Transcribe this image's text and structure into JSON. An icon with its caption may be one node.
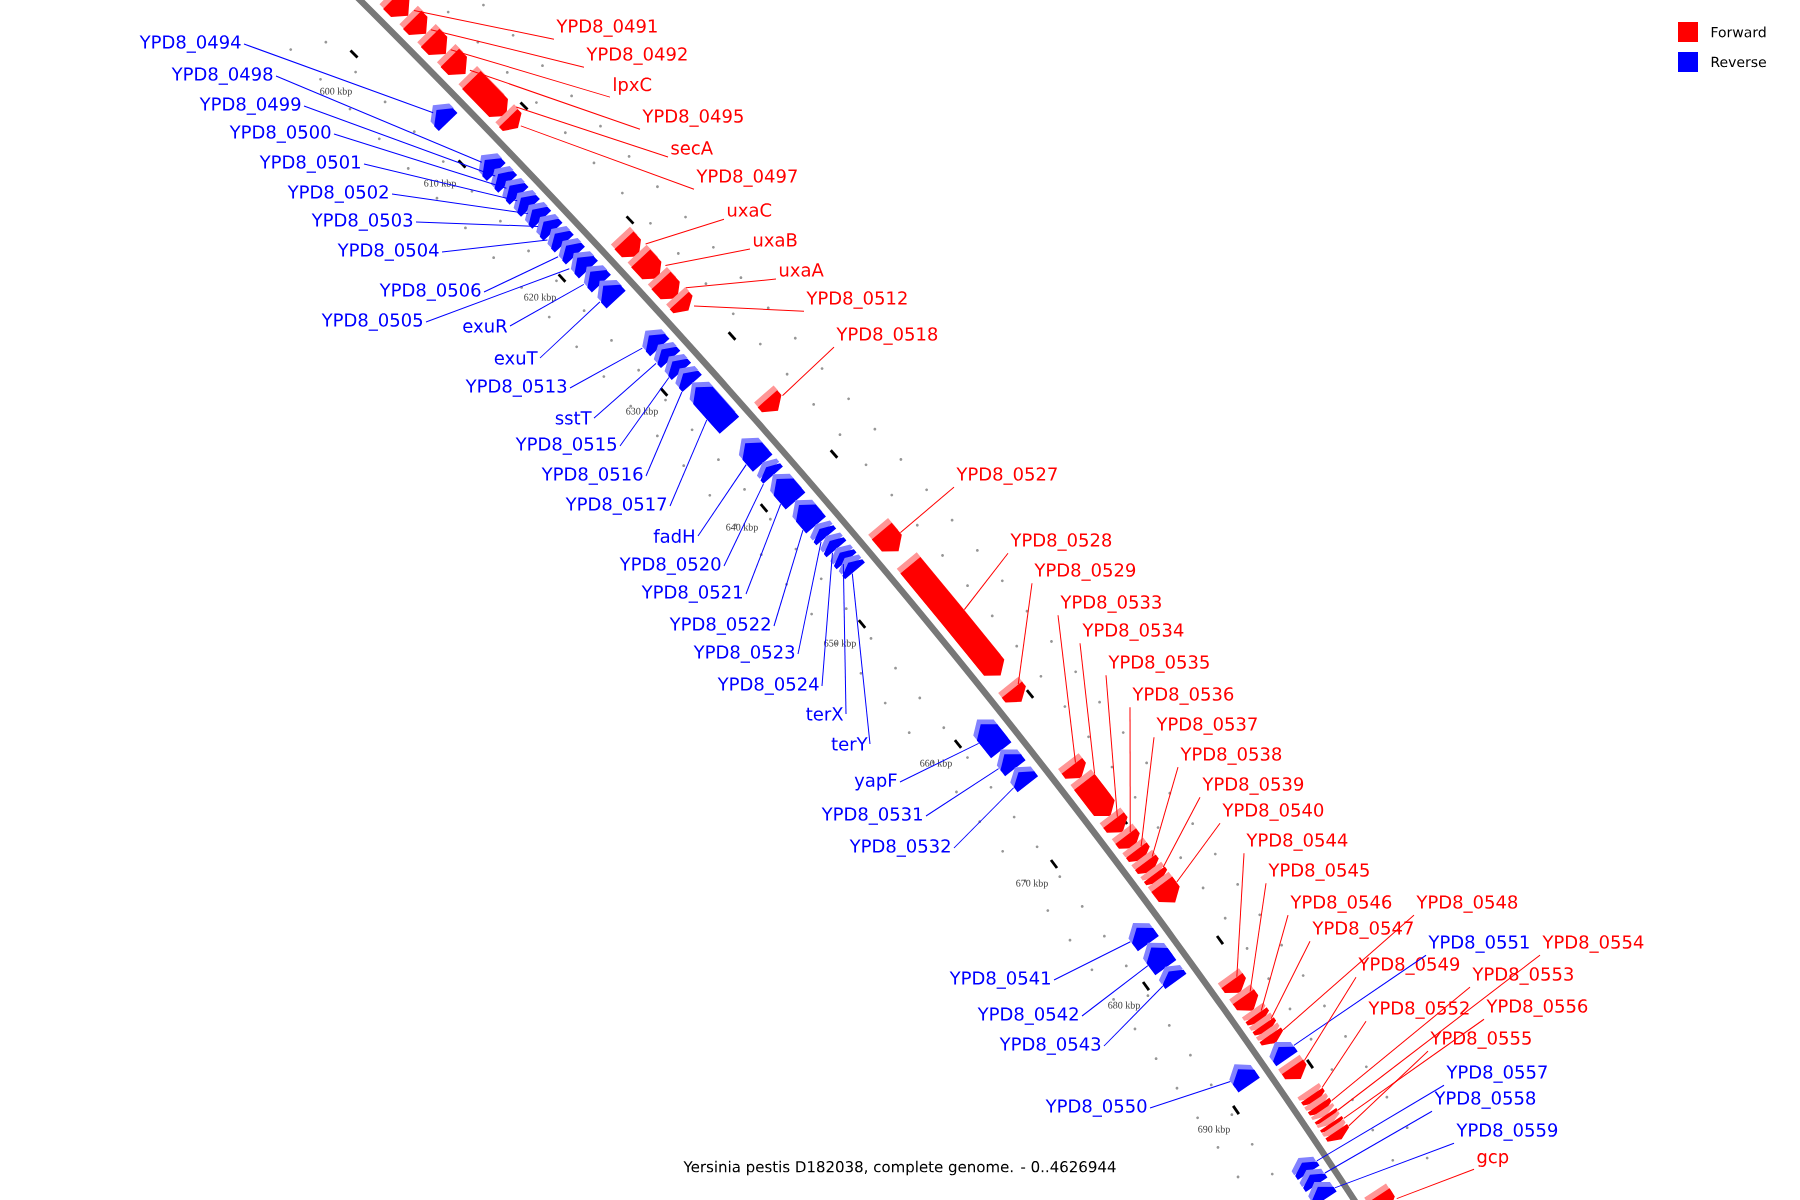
{
  "diagram": {
    "caption": "Yersinia pestis D182038, complete genome. - 0..4626944",
    "nodes": [
      {
        "text": [
          "YPD8_0491"
        ]
      },
      {
        "text": [
          "YPD8_0494"
        ]
      },
      {
        "text": [
          "YPD8_0492"
        ]
      },
      {
        "text": [
          "YPD8_0498"
        ]
      },
      {
        "text": [
          "lpxC"
        ]
      },
      {
        "text": [
          "YPD8_0499"
        ]
      },
      {
        "text": [
          "YPD8_0495"
        ]
      },
      {
        "text": [
          "YPD8_0500"
        ]
      },
      {
        "text": [
          "secA"
        ]
      },
      {
        "text": [
          "YPD8_0501"
        ]
      },
      {
        "text": [
          "YPD8_0497"
        ]
      },
      {
        "text": [
          "YPD8_0502"
        ]
      },
      {
        "text": [
          "uxaC"
        ]
      },
      {
        "text": [
          "YPD8_0503"
        ]
      },
      {
        "text": [
          "uxaB"
        ]
      },
      {
        "text": [
          "YPD8_0504"
        ]
      },
      {
        "text": [
          "uxaA"
        ]
      },
      {
        "text": [
          "YPD8_0506"
        ]
      },
      {
        "text": [
          "YPD8_0512"
        ]
      },
      {
        "text": [
          "YPD8_0505"
        ]
      },
      {
        "text": [
          "exuR"
        ]
      },
      {
        "text": [
          "YPD8_0518"
        ]
      },
      {
        "text": [
          "exuT"
        ]
      },
      {
        "text": [
          "YPD8_0513"
        ]
      },
      {
        "text": [
          "sstT"
        ]
      },
      {
        "text": [
          "YPD8_0515"
        ]
      },
      {
        "text": [
          "YPD8_0527"
        ]
      },
      {
        "text": [
          "YPD8_0516"
        ]
      },
      {
        "text": [
          "YPD8_0517"
        ]
      },
      {
        "text": [
          "fadH"
        ]
      },
      {
        "text": [
          "YPD8_0528"
        ]
      },
      {
        "text": [
          "YPD8_0520"
        ]
      },
      {
        "text": [
          "YPD8_0529"
        ]
      },
      {
        "text": [
          "YPD8_0521"
        ]
      },
      {
        "text": [
          "YPD8_0533"
        ]
      },
      {
        "text": [
          "YPD8_0522"
        ]
      },
      {
        "text": [
          "YPD8_0534"
        ]
      },
      {
        "text": [
          "YPD8_0523"
        ]
      },
      {
        "text": [
          "YPD8_0535"
        ]
      },
      {
        "text": [
          "YPD8_0524"
        ]
      },
      {
        "text": [
          "YPD8_0536"
        ]
      },
      {
        "text": [
          "terX"
        ]
      },
      {
        "text": [
          "YPD8_0537"
        ]
      },
      {
        "text": [
          "terY"
        ]
      },
      {
        "text": [
          "YPD8_0538"
        ]
      },
      {
        "text": [
          "yapF"
        ]
      },
      {
        "text": [
          "YPD8_0539"
        ]
      },
      {
        "text": [
          "YPD8_0540"
        ]
      },
      {
        "text": [
          "YPD8_0531"
        ]
      },
      {
        "text": [
          "YPD8_0544"
        ]
      },
      {
        "text": [
          "YPD8_0532"
        ]
      },
      {
        "text": [
          "YPD8_0545"
        ]
      },
      {
        "text": [
          "YPD8_0546"
        ]
      },
      {
        "text": [
          "YPD8_0548"
        ]
      },
      {
        "text": [
          "YPD8_0547"
        ]
      },
      {
        "text": [
          "YPD8_0551"
        ]
      },
      {
        "text": [
          "YPD8_0554"
        ]
      },
      {
        "text": [
          "YPD8_0549"
        ]
      },
      {
        "text": [
          "YPD8_0553"
        ]
      },
      {
        "text": [
          "YPD8_0541"
        ]
      },
      {
        "text": [
          "YPD8_0552"
        ]
      },
      {
        "text": [
          "YPD8_0556"
        ]
      },
      {
        "text": [
          "YPD8_0542"
        ]
      },
      {
        "text": [
          "YPD8_0555"
        ]
      },
      {
        "text": [
          "YPD8_0543"
        ]
      },
      {
        "text": [
          "YPD8_0557"
        ]
      },
      {
        "text": [
          "YPD8_0558"
        ]
      },
      {
        "text": [
          "YPD8_0550"
        ]
      },
      {
        "text": [
          "YPD8_0559"
        ]
      },
      {
        "text": [
          "gcp"
        ]
      },
      {
        "text": [],
        "shape": "arrow"
      },
      {
        "text": [],
        "shape": "arrow"
      },
      {
        "text": [],
        "shape": "arrow"
      },
      {
        "text": [],
        "shape": "arrow"
      },
      {
        "text": [],
        "shape": "arrow"
      },
      {
        "text": [],
        "shape": "arrow"
      },
      {
        "text": [],
        "shape": "arrow"
      },
      {
        "text": [],
        "shape": "arrow"
      },
      {
        "text": [],
        "shape": "arrow"
      },
      {
        "text": [],
        "shape": "arrow"
      },
      {
        "text": [],
        "shape": "arrow"
      },
      {
        "text": [],
        "shape": "arrow"
      },
      {
        "text": [],
        "shape": "arrow"
      },
      {
        "text": [],
        "shape": "arrow"
      },
      {
        "text": [],
        "shape": "arrow"
      },
      {
        "text": [],
        "shape": "arrow"
      },
      {
        "text": [],
        "shape": "arrow"
      },
      {
        "text": [],
        "shape": "arrow"
      },
      {
        "text": [],
        "shape": "arrow"
      },
      {
        "text": [],
        "shape": "arrow"
      },
      {
        "text": [],
        "shape": "arrow"
      },
      {
        "text": [],
        "shape": "arrow"
      },
      {
        "text": [],
        "shape": "arrow"
      },
      {
        "text": [],
        "shape": "arrow"
      },
      {
        "text": [],
        "shape": "arrow"
      },
      {
        "text": [],
        "shape": "arrow"
      },
      {
        "text": [],
        "shape": "arrow"
      },
      {
        "text": [],
        "shape": "arrow"
      },
      {
        "text": [],
        "shape": "arrow"
      },
      {
        "text": [],
        "shape": "arrow"
      },
      {
        "text": [],
        "shape": "arrow"
      },
      {
        "text": [],
        "shape": "arrow"
      },
      {
        "text": [],
        "shape": "arrow"
      },
      {
        "text": [],
        "shape": "arrow"
      },
      {
        "text": [],
        "shape": "arrow"
      },
      {
        "text": [],
        "shape": "arrow"
      },
      {
        "text": [],
        "shape": "arrow"
      },
      {
        "text": [],
        "shape": "arrow"
      },
      {
        "text": [],
        "shape": "arrow"
      },
      {
        "text": [],
        "shape": "arrow"
      },
      {
        "text": [],
        "shape": "arrow"
      },
      {
        "text": [],
        "shape": "arrow"
      },
      {
        "text": [],
        "shape": "arrow"
      },
      {
        "text": [],
        "shape": "arrow"
      },
      {
        "text": [],
        "shape": "arrow"
      },
      {
        "text": [],
        "shape": "arrow"
      },
      {
        "text": [],
        "shape": "arrow"
      },
      {
        "text": [],
        "shape": "arrow"
      },
      {
        "text": [],
        "shape": "arrow"
      },
      {
        "text": [],
        "shape": "arrow"
      },
      {
        "text": [],
        "shape": "arrow"
      },
      {
        "text": [],
        "shape": "arrow"
      },
      {
        "text": [],
        "shape": "arrow"
      },
      {
        "text": [],
        "shape": "arrow"
      },
      {
        "text": [],
        "shape": "arrow"
      },
      {
        "text": [],
        "shape": "arrow"
      },
      {
        "text": [],
        "shape": "arrow"
      },
      {
        "text": [],
        "shape": "arrow"
      },
      {
        "text": [],
        "shape": "arrow"
      },
      {
        "text": [],
        "shape": "arrow"
      },
      {
        "text": [],
        "shape": "arrow"
      },
      {
        "text": [],
        "shape": "arrow"
      },
      {
        "text": [],
        "shape": "arrow"
      },
      {
        "text": [],
        "shape": "arrow"
      },
      {
        "text": [],
        "shape": "arrow"
      },
      {
        "text": [],
        "shape": "arrow"
      },
      {
        "text": [],
        "shape": "arrow"
      },
      {
        "text": [],
        "shape": "arrow"
      },
      {
        "text": [],
        "shape": "arrow"
      },
      {
        "text": [],
        "shape": "arrow"
      }
    ],
    "edges": [
      {
        "from": 0,
        "to": 70,
        "arrow": "none",
        "color": "#ff0000"
      },
      {
        "from": 1,
        "to": 74,
        "arrow": "none",
        "color": "#0000ff"
      },
      {
        "from": 2,
        "to": 71,
        "arrow": "none",
        "color": "#ff0000"
      },
      {
        "from": 3,
        "to": 77,
        "arrow": "none",
        "color": "#0000ff"
      },
      {
        "from": 4,
        "to": 72,
        "arrow": "none",
        "color": "#ff0000"
      },
      {
        "from": 5,
        "to": 78,
        "arrow": "none",
        "color": "#0000ff"
      },
      {
        "from": 6,
        "to": 73,
        "arrow": "none",
        "color": "#ff0000"
      },
      {
        "from": 7,
        "to": 79,
        "arrow": "none",
        "color": "#0000ff"
      },
      {
        "from": 8,
        "to": 75,
        "arrow": "none",
        "color": "#ff0000"
      },
      {
        "from": 9,
        "to": 80,
        "arrow": "none",
        "color": "#0000ff"
      },
      {
        "from": 10,
        "to": 76,
        "arrow": "none",
        "color": "#ff0000"
      },
      {
        "from": 11,
        "to": 81,
        "arrow": "none",
        "color": "#0000ff"
      },
      {
        "from": 12,
        "to": 86,
        "arrow": "none",
        "color": "#ff0000"
      },
      {
        "from": 13,
        "to": 82,
        "arrow": "none",
        "color": "#0000ff"
      },
      {
        "from": 14,
        "to": 89,
        "arrow": "none",
        "color": "#ff0000"
      },
      {
        "from": 15,
        "to": 83,
        "arrow": "none",
        "color": "#0000ff"
      },
      {
        "from": 16,
        "to": 90,
        "arrow": "none",
        "color": "#ff0000"
      },
      {
        "from": 17,
        "to": 84,
        "arrow": "none",
        "color": "#0000ff"
      },
      {
        "from": 18,
        "to": 91,
        "arrow": "none",
        "color": "#ff0000"
      },
      {
        "from": 19,
        "to": 85,
        "arrow": "none",
        "color": "#0000ff"
      },
      {
        "from": 20,
        "to": 87,
        "arrow": "none",
        "color": "#0000ff"
      },
      {
        "from": 21,
        "to": 97,
        "arrow": "none",
        "color": "#ff0000"
      },
      {
        "from": 22,
        "to": 88,
        "arrow": "none",
        "color": "#0000ff"
      },
      {
        "from": 23,
        "to": 92,
        "arrow": "none",
        "color": "#0000ff"
      },
      {
        "from": 24,
        "to": 93,
        "arrow": "none",
        "color": "#0000ff"
      },
      {
        "from": 25,
        "to": 94,
        "arrow": "none",
        "color": "#0000ff"
      },
      {
        "from": 26,
        "to": 105,
        "arrow": "none",
        "color": "#ff0000"
      },
      {
        "from": 27,
        "to": 95,
        "arrow": "none",
        "color": "#0000ff"
      },
      {
        "from": 28,
        "to": 96,
        "arrow": "none",
        "color": "#0000ff"
      },
      {
        "from": 29,
        "to": 98,
        "arrow": "none",
        "color": "#0000ff"
      },
      {
        "from": 30,
        "to": 107,
        "arrow": "none",
        "color": "#ff0000"
      },
      {
        "from": 31,
        "to": 99,
        "arrow": "none",
        "color": "#0000ff"
      },
      {
        "from": 32,
        "to": 108,
        "arrow": "none",
        "color": "#ff0000"
      },
      {
        "from": 33,
        "to": 100,
        "arrow": "none",
        "color": "#0000ff"
      },
      {
        "from": 34,
        "to": 112,
        "arrow": "none",
        "color": "#ff0000"
      },
      {
        "from": 35,
        "to": 101,
        "arrow": "none",
        "color": "#0000ff"
      },
      {
        "from": 36,
        "to": 113,
        "arrow": "none",
        "color": "#ff0000"
      },
      {
        "from": 37,
        "to": 102,
        "arrow": "none",
        "color": "#0000ff"
      },
      {
        "from": 38,
        "to": 114,
        "arrow": "none",
        "color": "#ff0000"
      },
      {
        "from": 39,
        "to": 103,
        "arrow": "none",
        "color": "#0000ff"
      },
      {
        "from": 40,
        "to": 115,
        "arrow": "none",
        "color": "#ff0000"
      },
      {
        "from": 41,
        "to": 104,
        "arrow": "none",
        "color": "#0000ff"
      },
      {
        "from": 42,
        "to": 116,
        "arrow": "none",
        "color": "#ff0000"
      },
      {
        "from": 43,
        "to": 106,
        "arrow": "none",
        "color": "#0000ff"
      },
      {
        "from": 44,
        "to": 117,
        "arrow": "none",
        "color": "#ff0000"
      },
      {
        "from": 45,
        "to": 109,
        "arrow": "none",
        "color": "#0000ff"
      },
      {
        "from": 46,
        "to": 118,
        "arrow": "none",
        "color": "#ff0000"
      },
      {
        "from": 47,
        "to": 119,
        "arrow": "none",
        "color": "#ff0000"
      },
      {
        "from": 48,
        "to": 110,
        "arrow": "none",
        "color": "#0000ff"
      },
      {
        "from": 49,
        "to": 123,
        "arrow": "none",
        "color": "#ff0000"
      },
      {
        "from": 50,
        "to": 111,
        "arrow": "none",
        "color": "#0000ff"
      },
      {
        "from": 51,
        "to": 124,
        "arrow": "none",
        "color": "#ff0000"
      },
      {
        "from": 52,
        "to": 125,
        "arrow": "none",
        "color": "#ff0000"
      },
      {
        "from": 53,
        "to": 127,
        "arrow": "none",
        "color": "#ff0000"
      },
      {
        "from": 54,
        "to": 126,
        "arrow": "none",
        "color": "#ff0000"
      },
      {
        "from": 55,
        "to": 129,
        "arrow": "none",
        "color": "#0000ff"
      },
      {
        "from": 56,
        "to": 133,
        "arrow": "none",
        "color": "#ff0000"
      },
      {
        "from": 57,
        "to": 130,
        "arrow": "none",
        "color": "#ff0000"
      },
      {
        "from": 58,
        "to": 132,
        "arrow": "none",
        "color": "#ff0000"
      },
      {
        "from": 59,
        "to": 120,
        "arrow": "none",
        "color": "#0000ff"
      },
      {
        "from": 60,
        "to": 131,
        "arrow": "none",
        "color": "#ff0000"
      },
      {
        "from": 61,
        "to": 134,
        "arrow": "none",
        "color": "#ff0000"
      },
      {
        "from": 62,
        "to": 121,
        "arrow": "none",
        "color": "#0000ff"
      },
      {
        "from": 63,
        "to": 135,
        "arrow": "none",
        "color": "#ff0000"
      },
      {
        "from": 64,
        "to": 122,
        "arrow": "none",
        "color": "#0000ff"
      },
      {
        "from": 65,
        "to": 136,
        "arrow": "none",
        "color": "#0000ff"
      },
      {
        "from": 66,
        "to": 137,
        "arrow": "none",
        "color": "#0000ff"
      },
      {
        "from": 67,
        "to": 128,
        "arrow": "none",
        "color": "#0000ff"
      },
      {
        "from": 68,
        "to": 138,
        "arrow": "none",
        "color": "#0000ff"
      },
      {
        "from": 69,
        "to": 139,
        "arrow": "none",
        "color": "#ff0000"
      }
    ],
    "labels": [
      "600 kbp",
      "610 kbp",
      "620 kbp",
      "630 kbp",
      "640 kbp",
      "650 kbp",
      "660 kbp",
      "670 kbp",
      "680 kbp",
      "690 kbp"
    ],
    "legend": [
      {
        "text": "Forward",
        "color": "#ff0000"
      },
      {
        "text": "Reverse",
        "color": "#0000ff"
      }
    ]
  }
}
